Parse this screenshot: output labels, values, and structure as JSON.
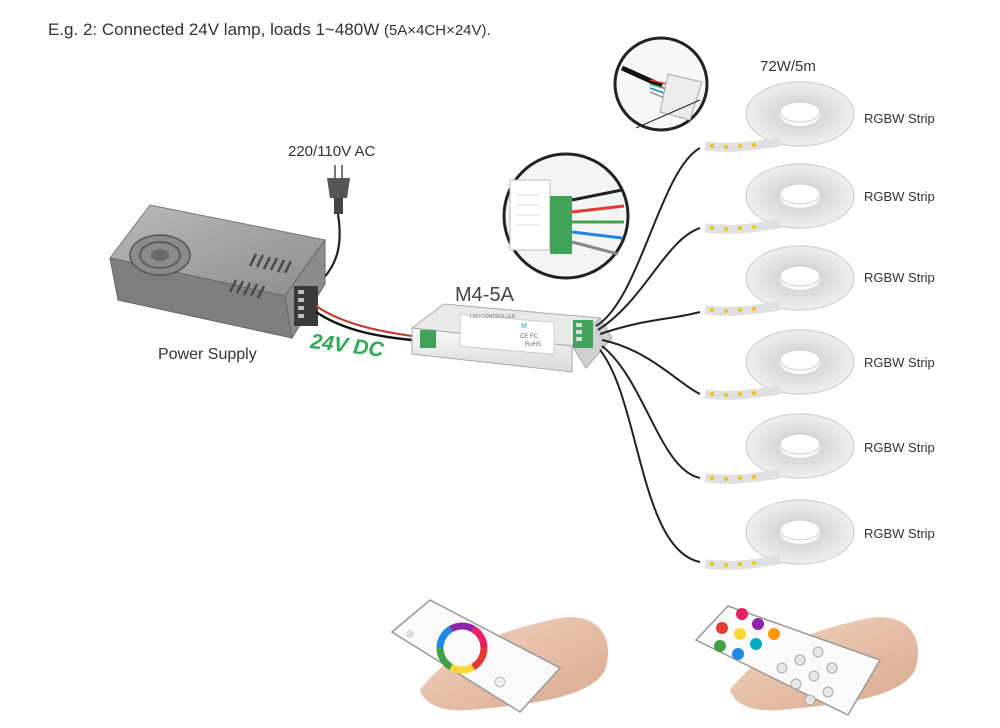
{
  "caption": {
    "main": "E.g. 2: Connected 24V lamp, loads 1~480W ",
    "note": "(5A×4CH×24V)."
  },
  "labels": {
    "ac_input": "220/110V AC",
    "power_supply": "Power Supply",
    "dc_output": "24V DC",
    "controller_model": "M4-5A",
    "strip_power": "72W/5m",
    "controller_marks": {
      "ce": "CE FC",
      "rohs": "RoHS"
    }
  },
  "strips": [
    {
      "label": "RGBW Strip"
    },
    {
      "label": "RGBW Strip"
    },
    {
      "label": "RGBW Strip"
    },
    {
      "label": "RGBW Strip"
    },
    {
      "label": "RGBW Strip"
    },
    {
      "label": "RGBW Strip"
    }
  ],
  "colors": {
    "dc_label": "#2eaa55",
    "wire": "#222222",
    "psu_body": "#9a9a9a",
    "controller_body": "#f2f2f2",
    "terminal_green": "#3fa35a"
  },
  "icons": [
    "plug-icon",
    "power-supply-unit",
    "controller-unit",
    "led-reel-icon",
    "rf-remote-touch",
    "rf-remote-keypad",
    "hand-icon"
  ]
}
